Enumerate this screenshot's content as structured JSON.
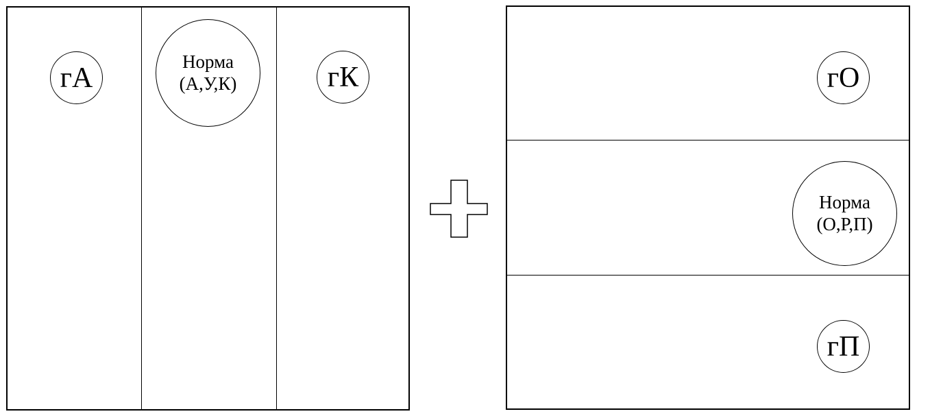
{
  "left_panel": {
    "columns": [
      {
        "label": "гА"
      },
      {
        "label_line1": "Норма",
        "label_line2": "(А,У,К)"
      },
      {
        "label": "гК"
      }
    ]
  },
  "operator": {
    "symbol": "plus"
  },
  "right_panel": {
    "rows": [
      {
        "label": "гО"
      },
      {
        "label_line1": "Норма",
        "label_line2": "(О,Р,П)"
      },
      {
        "label": "гП"
      }
    ]
  }
}
